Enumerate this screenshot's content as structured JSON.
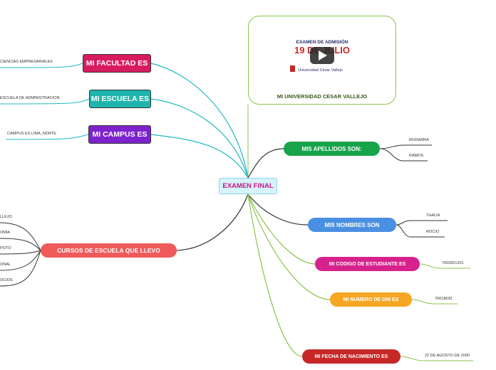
{
  "center": {
    "label": "EXAMEN FINAL"
  },
  "left_nodes": {
    "facultad": {
      "label": "MI FACULTAD ES",
      "leaf": "CIENCIAS EMPRESARIALES",
      "color": "#d81b60"
    },
    "escuela": {
      "label": "MI ESCUELA ES",
      "leaf": "ESCUELA DE ADMINISTRACION",
      "color": "#1fb5ad"
    },
    "campus": {
      "label": "MI CAMPUS ES",
      "leaf": "CAMPUS ES LIMA_NORTE",
      "color": "#7e22ce"
    },
    "cursos": {
      "label": "CURSOS DE ESCUELA QUE LLEVO",
      "color": "#f05a5a",
      "leaves": [
        "LLEJO",
        "OMIA",
        "POTO",
        "ONAL",
        "OCIOS"
      ]
    }
  },
  "media": {
    "caption": "MI UNIVERSIDAD CESAR VALLEJO",
    "thumb_line1": "EXAMEN DE ADMISIÓN",
    "thumb_line2": "19 DE JULIO",
    "thumb_logo": "Universidad César Vallejo"
  },
  "right_nodes": {
    "apellidos": {
      "label": "MIS APELLIDOS SON:",
      "color": "#16a34a",
      "leaves": [
        "MUDARRA",
        "RAMOS"
      ]
    },
    "nombres": {
      "label": "MIS NOMBRES SON",
      "color": "#4a90e2",
      "leaves": [
        "THALIA",
        "ROCIO"
      ]
    },
    "codigo": {
      "label": "MI CODIGO DE ESTUDIANTE ES",
      "color": "#d6228c",
      "leaf": "7002831201"
    },
    "dni": {
      "label": "MI NUMERO DE DNI ES",
      "color": "#f5a623",
      "leaf": "76618630"
    },
    "nacimiento": {
      "label": "MI FECHA DE NACIMIENTO ES",
      "color": "#c62828",
      "leaf": "22 DE AGOSTO DE 2000"
    }
  }
}
